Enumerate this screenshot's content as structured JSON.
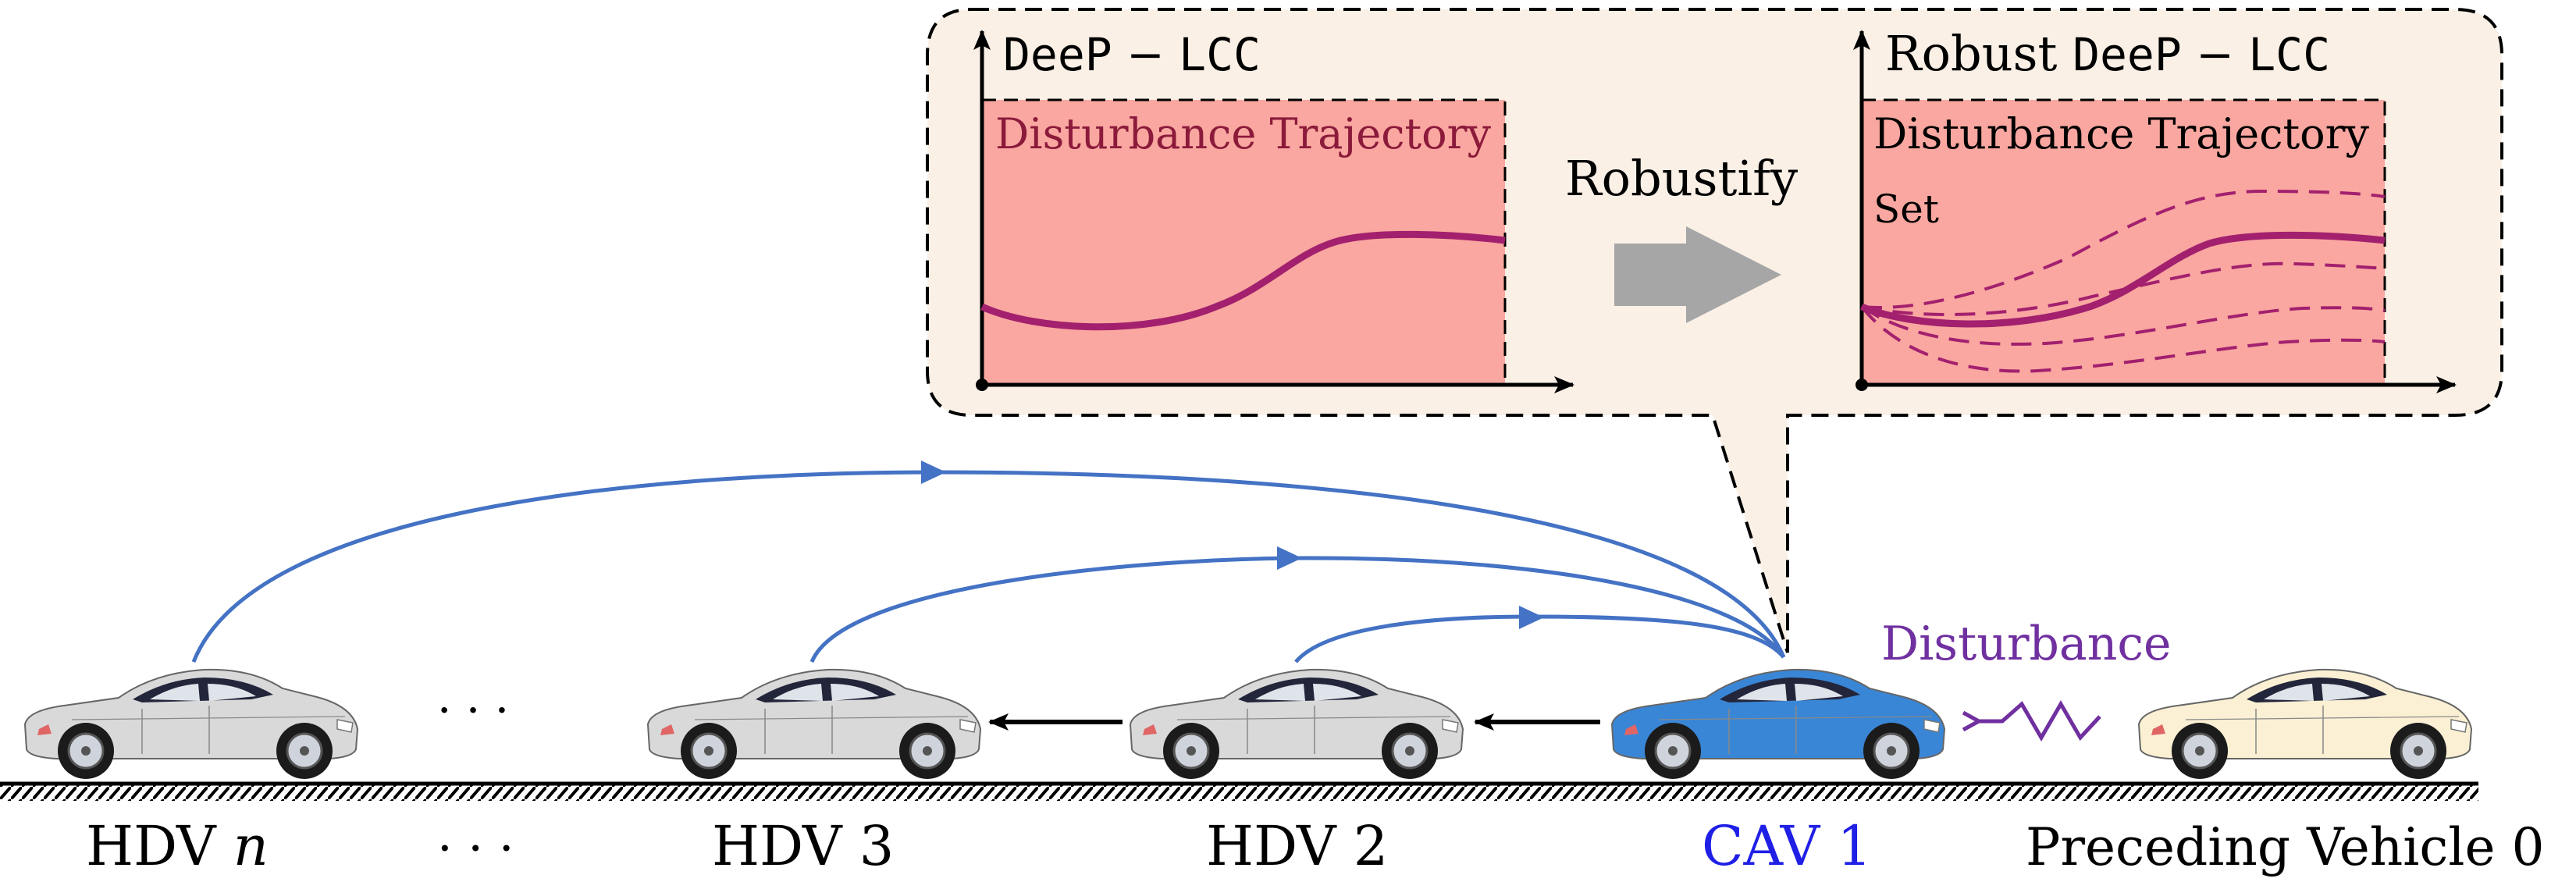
{
  "callout": {
    "left_panel": {
      "title_mono_a": "DeeP",
      "title_op": " − ",
      "title_mono_b": "LCC",
      "inner_label": "Disturbance Trajectory"
    },
    "arrow_label": "Robustify",
    "right_panel": {
      "title_prefix": "Robust ",
      "title_mono_a": "DeeP",
      "title_op": " − ",
      "title_mono_b": "LCC",
      "inner_label_line1": "Disturbance Trajectory",
      "inner_label_line2": "Set"
    }
  },
  "road": {
    "labels": {
      "hdv_n_prefix": "HDV ",
      "hdv_n_var": "n",
      "ellipsis": "· · ·",
      "hdv3": "HDV 3",
      "hdv2": "HDV 2",
      "cav1": "CAV 1",
      "preceding": "Preceding Vehicle 0"
    },
    "mid_ellipsis": "· · ·",
    "disturbance_label": "Disturbance"
  },
  "colors": {
    "panel_bg": "#faf0e6",
    "plot_fill": "#f9a7a0",
    "trajectory": "#a3206e",
    "label_inner": "#8b1a3b",
    "comm_links": "#4472c4",
    "cav": "#3a86d6",
    "hdv": "#d9d9d9",
    "preceding": "#fbf0d4",
    "disturbance": "#7030a0",
    "cav_label": "#1f1fe6",
    "robustify_arrow": "#a6a6a6"
  }
}
